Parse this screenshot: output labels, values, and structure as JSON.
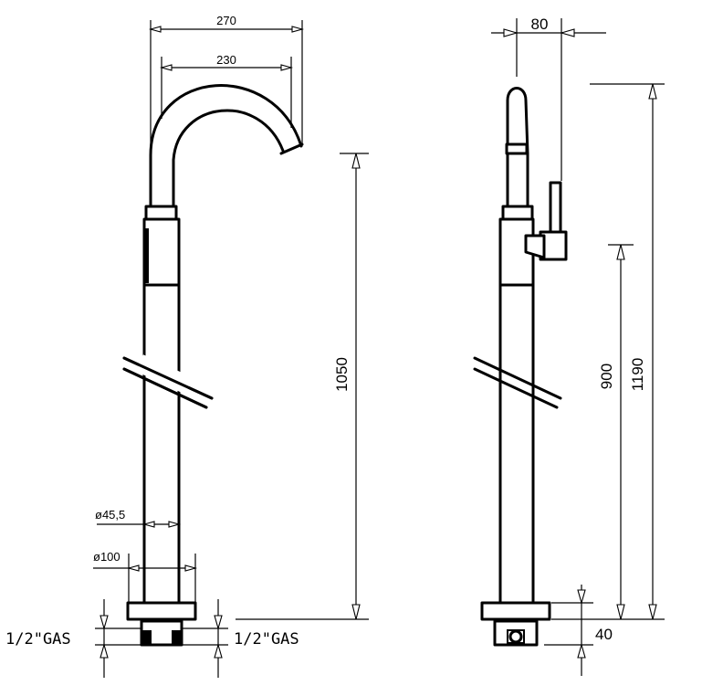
{
  "dimensions": {
    "spout_reach_outer": "270",
    "spout_reach_inner": "230",
    "height_to_spout": "1050",
    "column_diameter": "ø45,5",
    "base_diameter": "ø100",
    "connection_left": "1/2\"GAS",
    "connection_right": "1/2\"GAS",
    "lever_offset": "80",
    "total_height": "1190",
    "height_to_lever": "900",
    "base_height": "40"
  },
  "colors": {
    "line": "#000000",
    "background": "#ffffff"
  }
}
